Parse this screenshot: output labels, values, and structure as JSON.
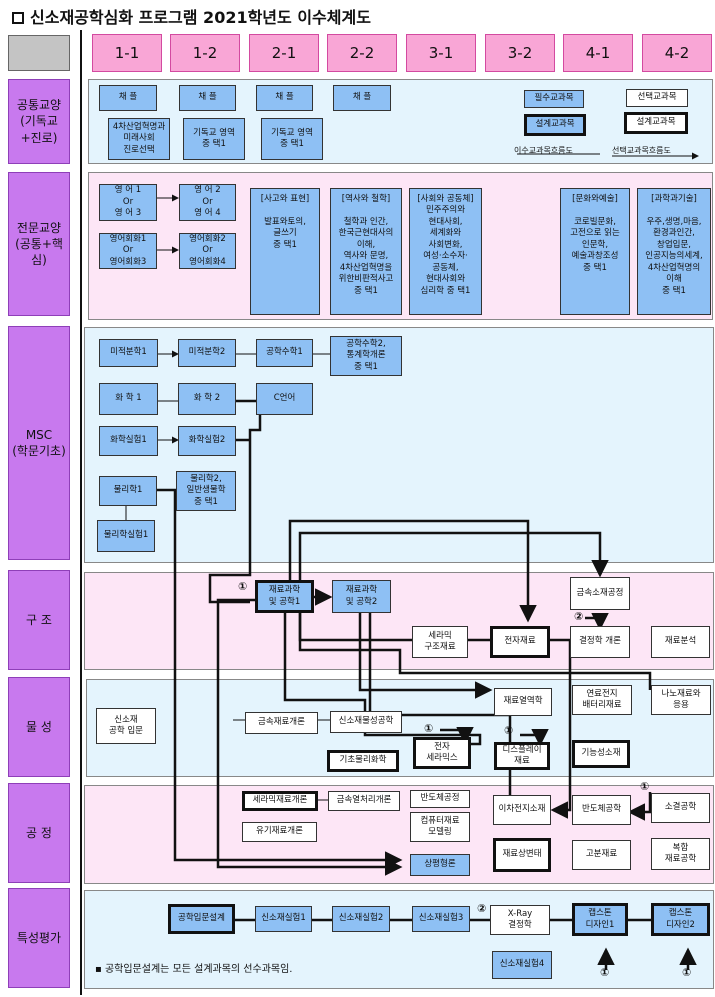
{
  "title": "신소재공학심화 프로그램 2021학년도 이수체계도",
  "semesters": [
    "1-1",
    "1-2",
    "2-1",
    "2-2",
    "3-1",
    "3-2",
    "4-1",
    "4-2"
  ],
  "categories": {
    "general": "공통교양\n(기독교\n+진로)",
    "major_liberal": "전문교양\n(공통+핵심)",
    "msc": "MSC\n(학문기초)",
    "structure": "구 조",
    "property": "물 성",
    "process": "공 정",
    "evaluation": "특성평가"
  },
  "legend": {
    "required": "필수교과목",
    "elective": "선택교과목",
    "design_required": "설계교과목",
    "design_elective": "설계교과목",
    "required_flow": "이수교과목흐름도",
    "elective_flow": "선택교과목흐름도"
  },
  "general": {
    "chapel1": "채     플",
    "chapel2": "채     플",
    "chapel3": "채     플",
    "chapel4": "채     플",
    "career": "4차산업혁명과\n미래사회\n진로선택",
    "faith1": "기독교 영역\n중 택1",
    "faith2": "기독교 영역\n중 택1"
  },
  "major_liberal": {
    "eng1": "영 어 1\nOr\n영 어 3",
    "eng2": "영 어 2\nOr\n영 어 4",
    "engconv1": "영어회화1\nOr\n영어회화3",
    "engconv2": "영어회화2\nOr\n영어회화4",
    "thinking": "[사고와 표현]\n\n발표와토의,\n글쓰기\n중 택1",
    "history": "[역사와 철학]\n\n철학과 인간,\n한국근현대사의\n이해,\n역사와 문명,\n4차산업혁명을\n위한비판적사고\n중 택1",
    "society": "[사회와 공동체]\n민주주의와\n현대사회,\n세계화와\n사회변화,\n여성·소수자·\n공동체,\n현대사회와\n심리학 중 택1",
    "culture": "[문화와예술]\n\n코로빌문화,\n고전으로 읽는\n인문학,\n예술과창조성\n중 택1",
    "science": "[과학과기술]\n\n우주,생명,마음,\n환경과인간,\n창업입문,\n인공지능의세계,\n4차산업혁명의\n이해\n중 택1"
  },
  "msc": {
    "calc1": "미적분학1",
    "calc2": "미적분학2",
    "engmath1": "공학수학1",
    "engmath2": "공학수학2,\n통계학개론\n중  택1",
    "chem1": "화 학 1",
    "chem2": "화 학 2",
    "clang": "C언어",
    "chemlab1": "화학실험1",
    "chemlab2": "화학실험2",
    "phys1": "물리학1",
    "phys2": "물리학2,\n일반생물학\n중 택1",
    "physlab1": "물리학실험1"
  },
  "structure": {
    "mse1": "재료과학\n및 공학1",
    "mse2": "재료과학\n및 공학2",
    "metal_org": "금속소재공정",
    "ceramic": "세라믹\n구조재료",
    "electronic": "전자재료",
    "crystal": "결정학 개론",
    "analysis": "재료분석"
  },
  "property": {
    "intro": "신소재\n공학 입문",
    "metal_intro": "금속재료개론",
    "thermo": "신소재물성공학",
    "basic_phys": "기초물리화학",
    "electronic_ceramics": "전자\n세라믹스",
    "display": "디스플레이\n재료",
    "thermodyn": "재료열역학",
    "energy": "연료전지\n배터리재료",
    "nano": "나노재료와\n응용",
    "functional": "기능성소재"
  },
  "process": {
    "ceramic_proc": "세라믹재료개론",
    "metal_heat": "금속열처리개론",
    "organic": "유기재료개론",
    "semi_proc": "반도체공정",
    "computer_model": "컴퓨터재료\n모델링",
    "secondary_battery": "이차전지소재",
    "semiconductor": "반도체공학",
    "welding": "소결공학",
    "phase": "재료상변태",
    "polymer": "고분재료",
    "composite": "복합\n재료공학",
    "phase_eq": "상평형론"
  },
  "evaluation": {
    "eng_design": "공학입문설계",
    "lab1": "신소재실험1",
    "lab2": "신소재실험2",
    "lab3": "신소재실험3",
    "xray": "X-Ray\n결정학",
    "lab4": "신소재실험4",
    "capstone1": "캡스톤\n디자인1",
    "capstone2": "캡스톤\n디자인2",
    "note": "▪ 공학입문설계는 모든 설계과목의 선수과목임."
  },
  "marks": {
    "m1": "①",
    "m2": "②",
    "m3": "①",
    "m4": "①",
    "m5": "②",
    "m6": "①",
    "m7": "①",
    "m8": "①"
  }
}
